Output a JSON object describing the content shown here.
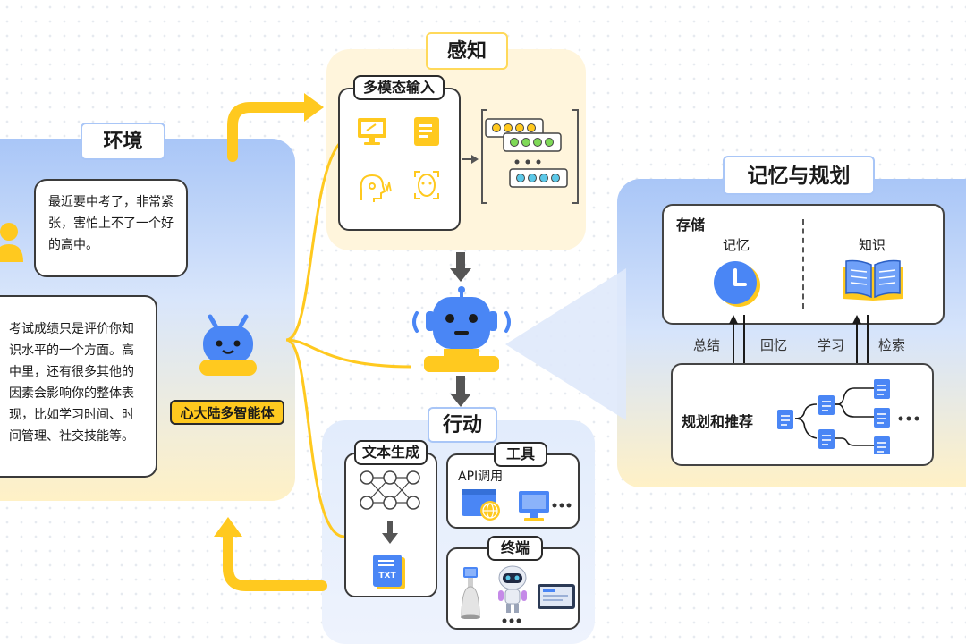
{
  "env": {
    "title": "环境",
    "bubble_top": "最近要中考了，非常紧张，害怕上不了一个好的高中。",
    "bubble_bottom": "考试成绩只是评价你知识水平的一个方面。高中里，还有很多其他的因素会影响你的整体表现，比如学习时间、时间管理、社交技能等。",
    "agent_label": "心大陆多智能体"
  },
  "perception": {
    "title": "感知",
    "input_title": "多模态输入"
  },
  "memory": {
    "title": "记忆与规划",
    "storage_title": "存储",
    "memory_label": "记忆",
    "knowledge_label": "知识",
    "arrow_labels": [
      "总结",
      "回忆",
      "学习",
      "检索"
    ],
    "planning_label": "规划和推荐"
  },
  "action": {
    "title": "行动",
    "text_gen_title": "文本生成",
    "txt_icon": "TXT",
    "tools_title": "工具",
    "api_label": "API调用",
    "terminal_title": "终端"
  },
  "icons": [
    "person-icon",
    "robot-icon",
    "monitor-icon",
    "document-icon",
    "voice-icon",
    "face-icon",
    "clock-icon",
    "book-icon",
    "network-icon",
    "globe-icon",
    "desktop-icon",
    "service-robot-icon",
    "tablet-icon"
  ],
  "colors": {
    "blue": "#4a86f5",
    "yellow": "#ffc91f",
    "panel_blue": "#a9c6f7",
    "panel_yellow": "#fff0c0",
    "cream": "#fff6de"
  }
}
